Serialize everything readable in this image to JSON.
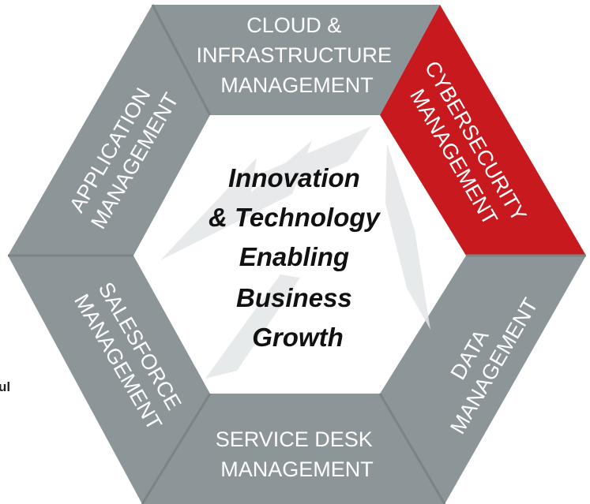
{
  "hexagon": {
    "segments": [
      {
        "id": "cloud",
        "lines": [
          "CLOUD &",
          "INFRASTRUCTURE",
          "MANAGEMENT"
        ],
        "color": "#8c9597"
      },
      {
        "id": "cybersecurity",
        "lines": [
          "CYBERSECURITY",
          "MANAGEMENT"
        ],
        "color": "#c8191e"
      },
      {
        "id": "data",
        "lines": [
          "DATA",
          "MANAGEMENT"
        ],
        "color": "#8c9597"
      },
      {
        "id": "service-desk",
        "lines": [
          "SERVICE DESK",
          "MANAGEMENT"
        ],
        "color": "#8c9597"
      },
      {
        "id": "salesforce",
        "lines": [
          "SALESFORCE",
          "MANAGEMENT"
        ],
        "color": "#8c9597"
      },
      {
        "id": "application",
        "lines": [
          "APPLICATION",
          "MANAGEMENT"
        ],
        "color": "#8c9597"
      }
    ],
    "center_lines": [
      "Innovation",
      "& Technology",
      "Enabling",
      "Business",
      "Growth"
    ],
    "divider_color": "#7a8385"
  },
  "stray_text": "ul"
}
